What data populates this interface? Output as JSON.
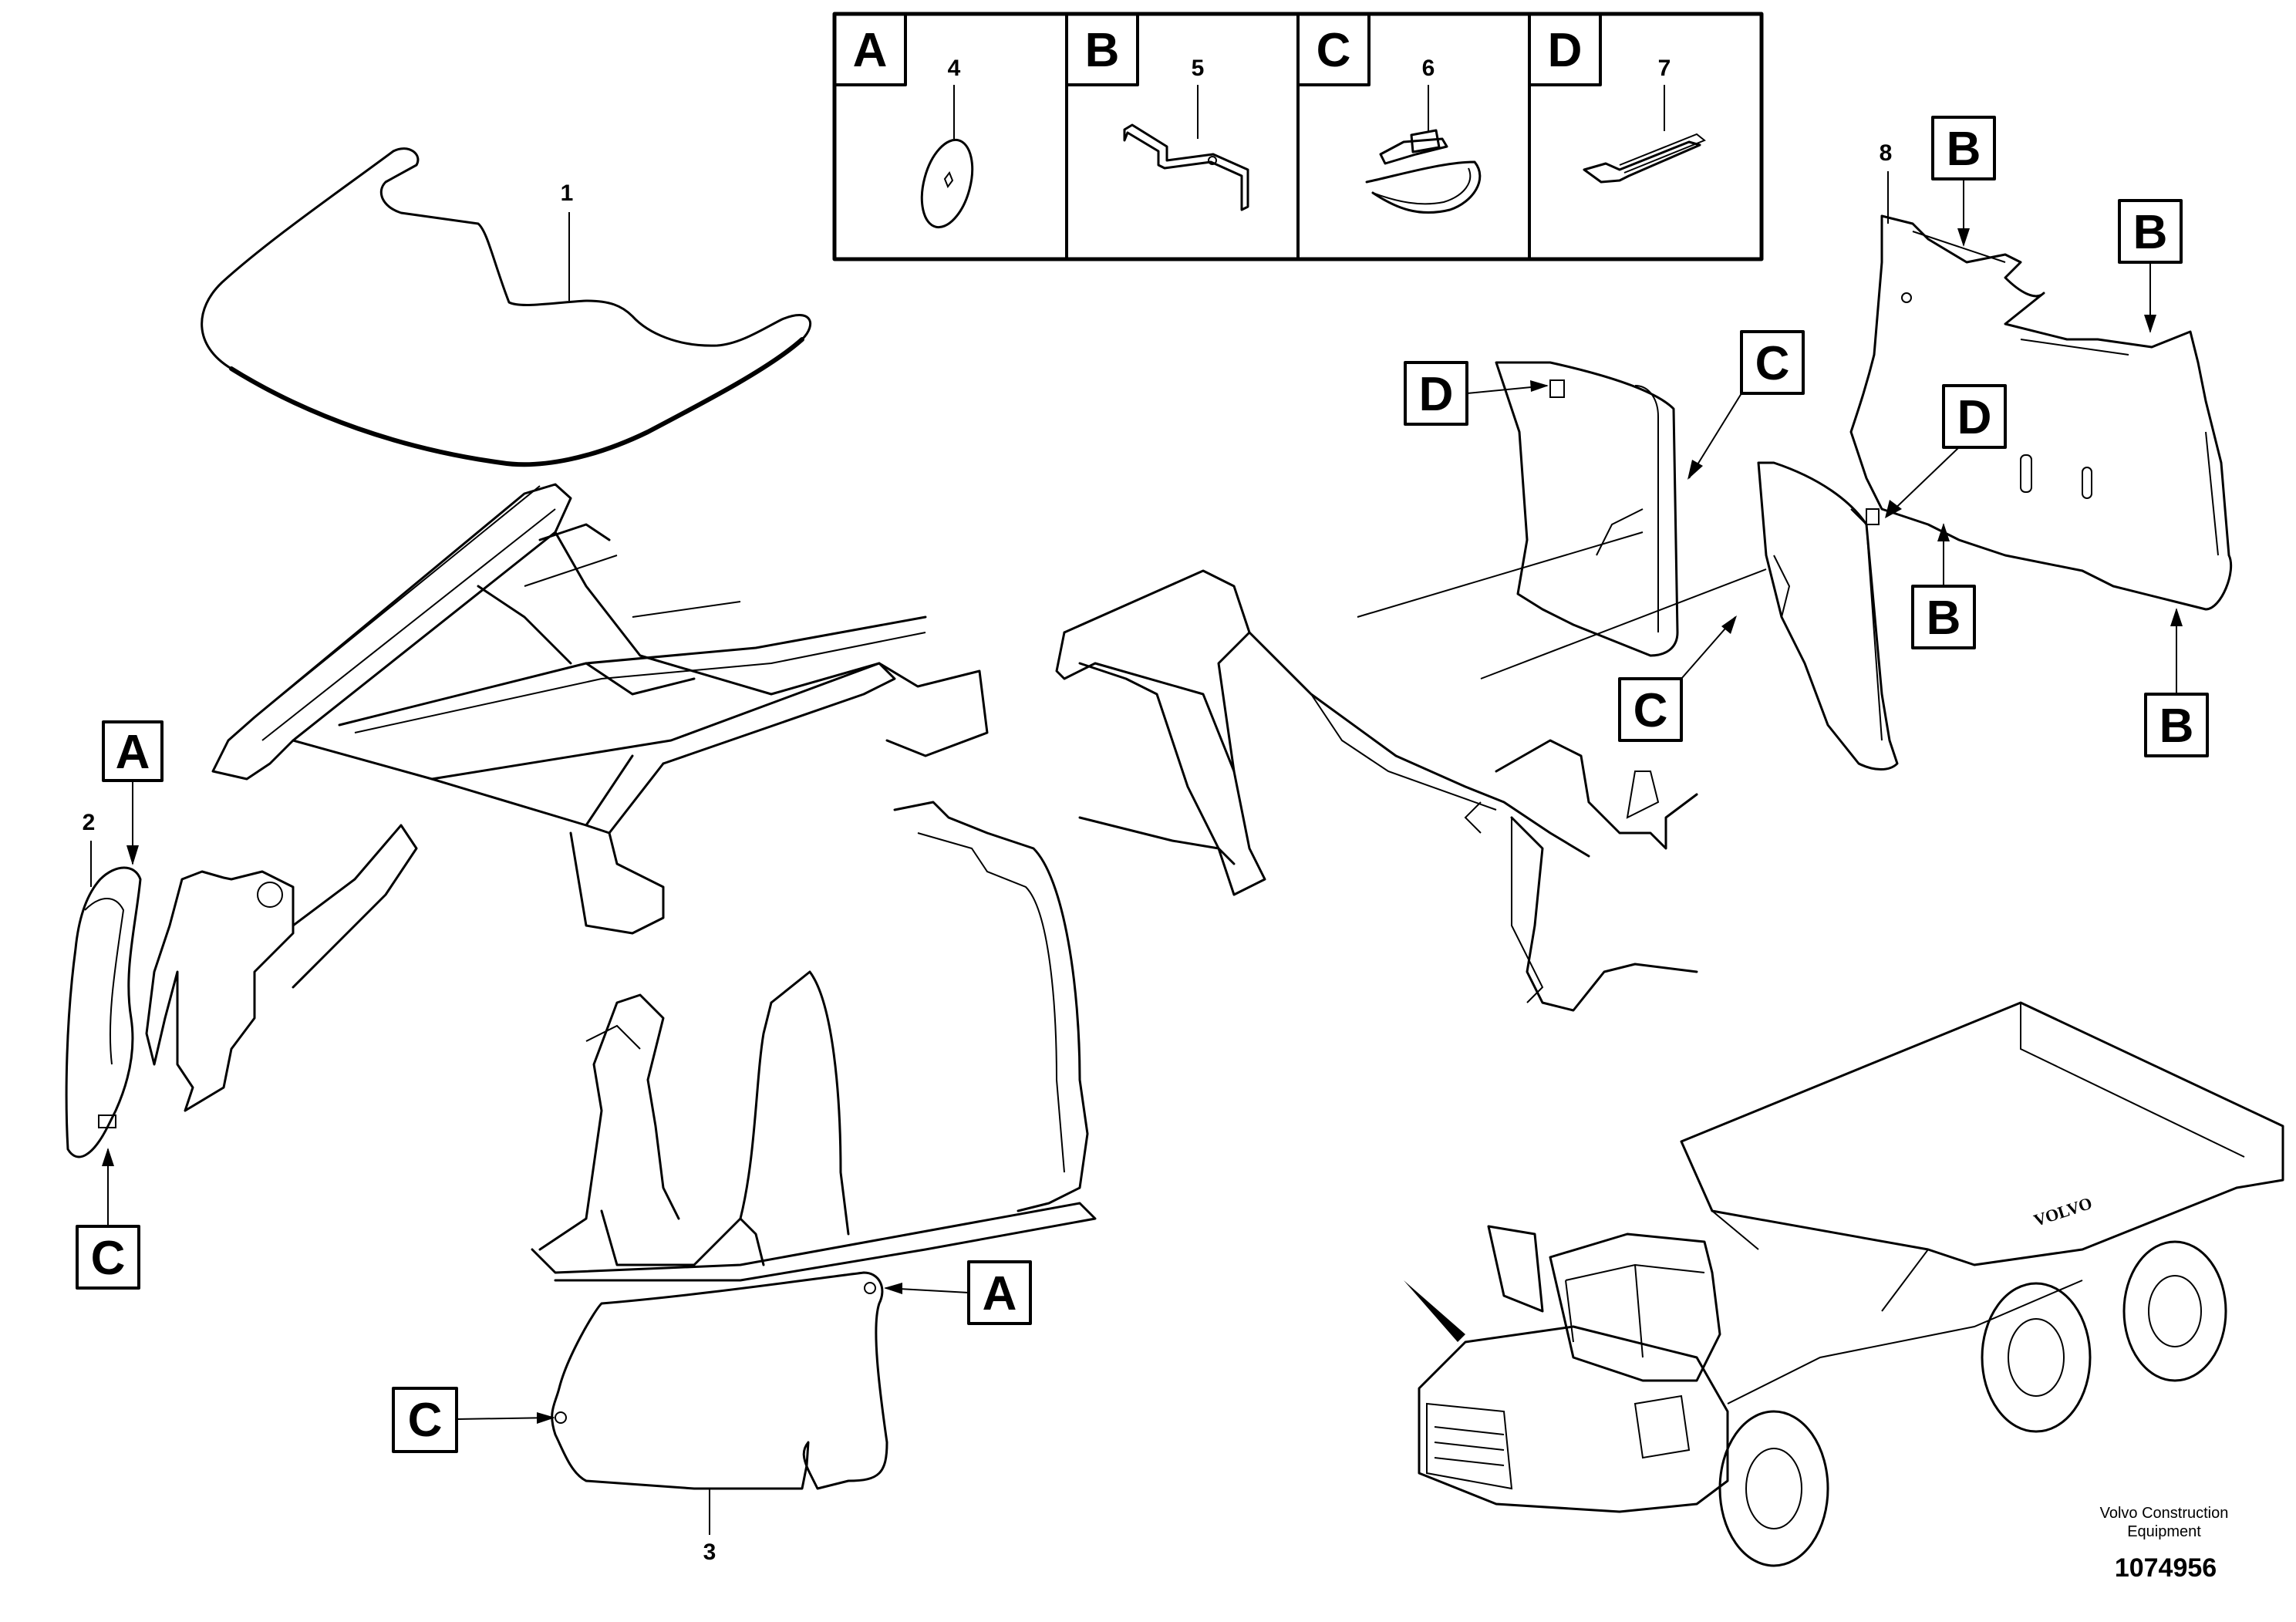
{
  "legend": {
    "cells": [
      {
        "letter": "A",
        "part_number": "4"
      },
      {
        "letter": "B",
        "part_number": "5"
      },
      {
        "letter": "C",
        "part_number": "6"
      },
      {
        "letter": "D",
        "part_number": "7"
      }
    ]
  },
  "parts": {
    "p1": "1",
    "p2": "2",
    "p3": "3",
    "p8": "8"
  },
  "callouts": {
    "a_left": "A",
    "c_left": "C",
    "a_bottom": "A",
    "c_bottom": "C",
    "d_upper": "D",
    "c_upper": "C",
    "c_mid": "C",
    "d_mid": "D",
    "b_top": "B",
    "b_right": "B",
    "b_mid": "B",
    "b_bottom": "B"
  },
  "credit": {
    "company_line1": "Volvo Construction",
    "company_line2": "Equipment",
    "figure_number": "1074956"
  }
}
